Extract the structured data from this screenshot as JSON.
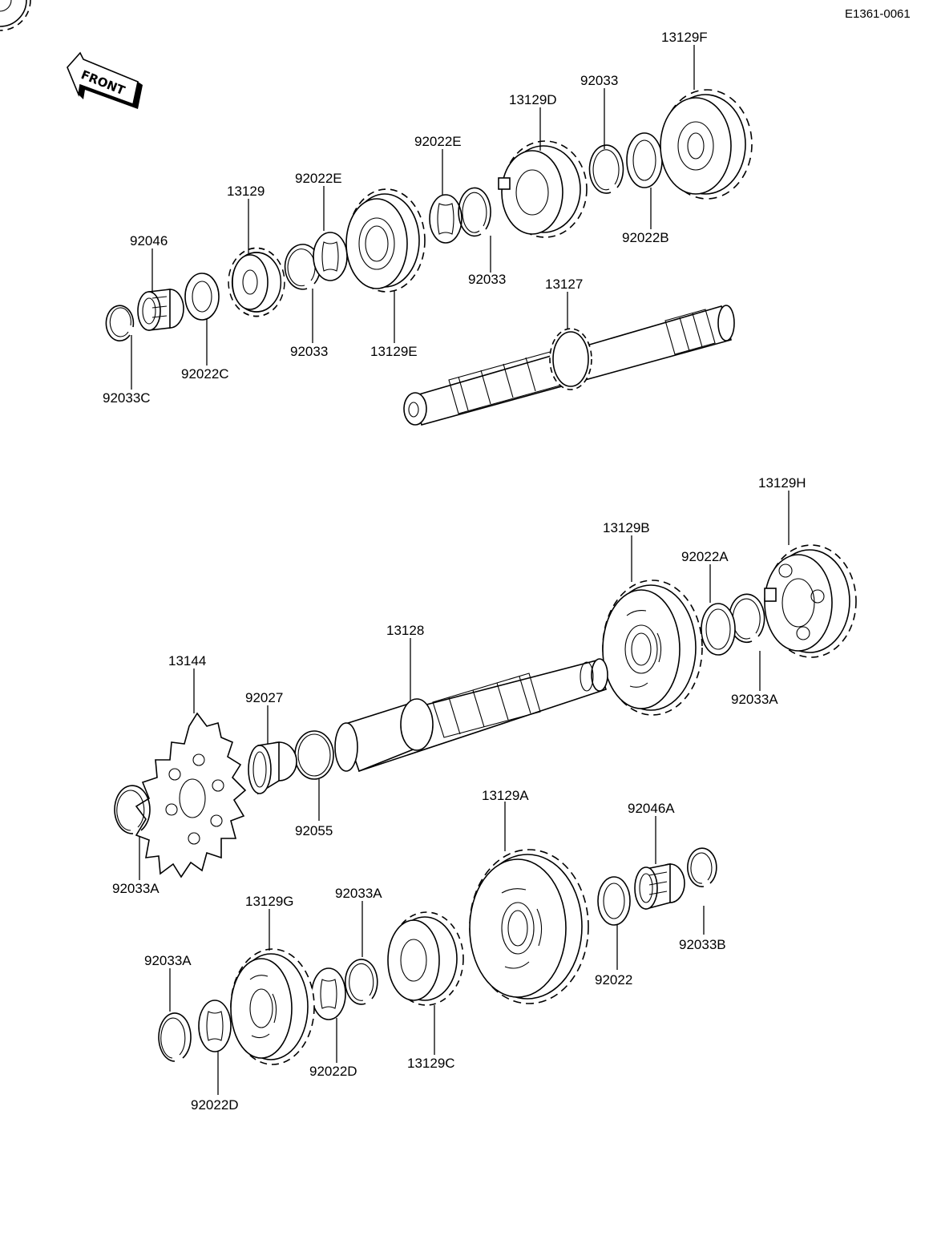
{
  "diagram_code": "E1361-0061",
  "direction_label": "FRONT",
  "callouts": {
    "c13129F": "13129F",
    "c92033_top": "92033",
    "c13129D": "13129D",
    "c92022E_upper": "92022E",
    "c92022E_lower": "92022E",
    "c13129": "13129",
    "c92046": "92046",
    "c92022B": "92022B",
    "c92033_mid": "92033",
    "c13127": "13127",
    "c92033_left": "92033",
    "c13129E": "13129E",
    "c92022C": "92022C",
    "c92033C": "92033C",
    "c13129H": "13129H",
    "c13129B": "13129B",
    "c92022A": "92022A",
    "c13128": "13128",
    "c92033A_right": "92033A",
    "c13144": "13144",
    "c92027": "92027",
    "c92055": "92055",
    "c92033A_left": "92033A",
    "c13129A": "13129A",
    "c92046A": "92046A",
    "c92033A_mid": "92033A",
    "c13129G": "13129G",
    "c92033A_low": "92033A",
    "c92033B": "92033B",
    "c92022": "92022",
    "c92022D_mid": "92022D",
    "c13129C": "13129C",
    "c92022D_low": "92022D"
  }
}
